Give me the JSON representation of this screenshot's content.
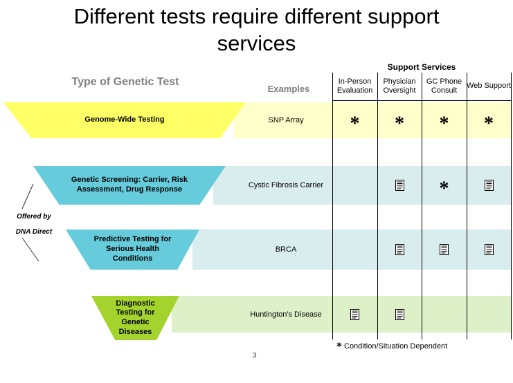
{
  "slide": {
    "title": "Different tests require different support services",
    "page_number": "3",
    "footnote_symbol": "*",
    "footnote_text": "Condition/Situation Dependent"
  },
  "annotation": {
    "line1": "Offered by",
    "line2": "DNA Direct"
  },
  "symbols": {
    "asterisk": "*"
  },
  "table": {
    "support_header": "Support Services",
    "type_header": "Type of Genetic Test",
    "examples_header": "Examples",
    "columns": [
      "In-Person Evaluation",
      "Physician Oversight",
      "GC Phone Consult",
      "Web Support"
    ],
    "rows": [
      {
        "test": "Genome-Wide Testing",
        "example": "SNP Array",
        "cells": [
          "asterisk",
          "asterisk",
          "asterisk",
          "asterisk"
        ],
        "arrow_color": "#FFFF66",
        "band_color": "#FFFFCC"
      },
      {
        "test": "Genetic Screening: Carrier, Risk Assessment, Drug Response",
        "example": "Cystic Fibrosis Carrier",
        "cells": [
          "",
          "doc",
          "asterisk",
          "doc"
        ],
        "arrow_color": "#66CBDA",
        "band_color": "#D9ECEE"
      },
      {
        "test": "Predictive Testing for Serious Health Conditions",
        "example": "BRCA",
        "cells": [
          "",
          "doc",
          "doc",
          "doc"
        ],
        "arrow_color": "#66CBDA",
        "band_color": "#D9ECEE"
      },
      {
        "test": "Diagnostic Testing for Genetic Diseases",
        "example": "Huntington's Disease",
        "cells": [
          "doc",
          "doc",
          "",
          ""
        ],
        "arrow_color": "#A5D32E",
        "band_color": "#DDF0C8"
      }
    ]
  }
}
